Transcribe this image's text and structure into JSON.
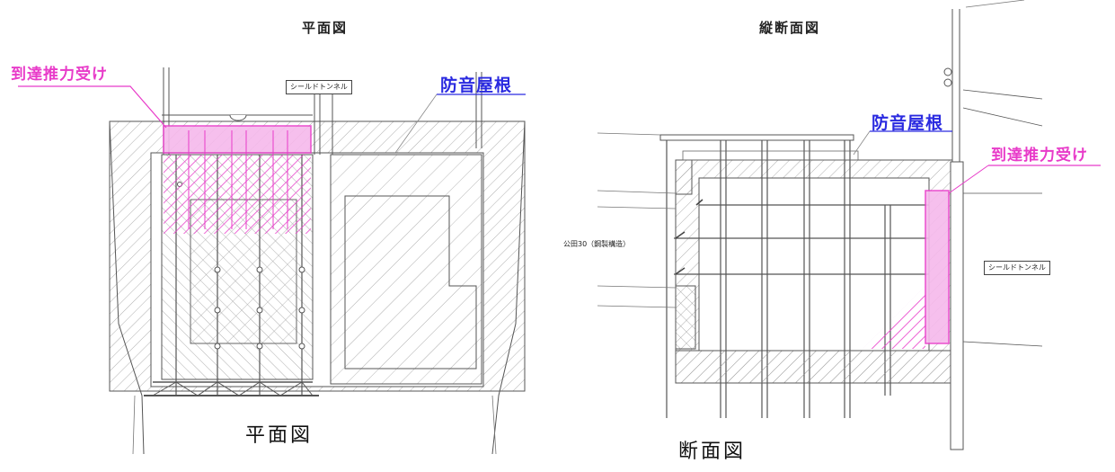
{
  "left_view": {
    "header_title": "平面図",
    "caption": "平面図",
    "thrust_label": "到達推力受け",
    "roof_label": "防音屋根",
    "tunnel_tag": "シールドトンネル"
  },
  "right_view": {
    "header_title": "縦断面図",
    "caption": "断面図",
    "roof_label": "防音屋根",
    "thrust_label": "到達推力受け",
    "tunnel_tag": "シールドトンネル",
    "side_tag": "公田30（鋼製構造）"
  },
  "colors": {
    "highlight_pink": "#e83bc9",
    "label_blue": "#2a2ae0",
    "line": "#555555"
  }
}
